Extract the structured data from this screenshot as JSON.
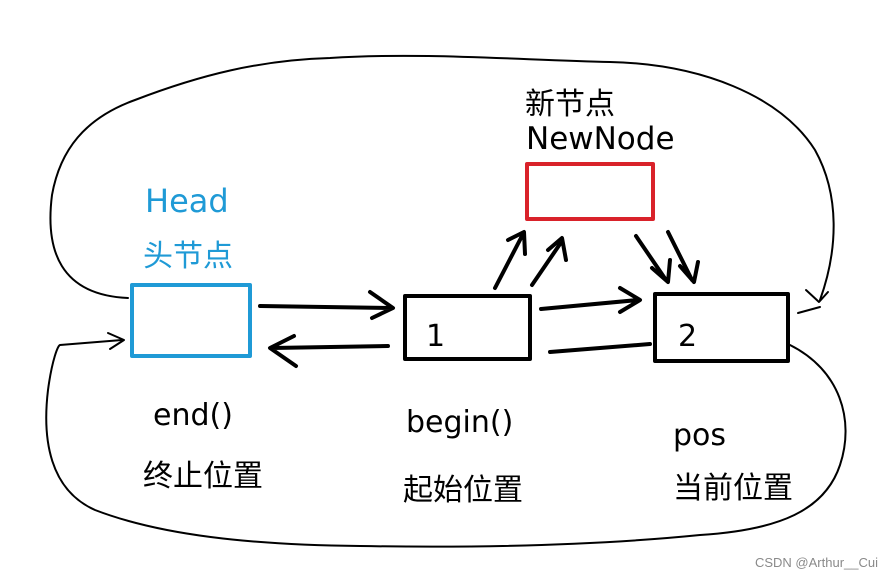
{
  "colors": {
    "head": "#1f9ad6",
    "newnode": "#d9222a",
    "stroke": "#000000",
    "watermark": "#8a8a8a"
  },
  "nodes": {
    "head": {
      "title": "Head",
      "subtitle": "头节点"
    },
    "newnode": {
      "title_cn": "新节点",
      "title_en": "NewNode"
    },
    "node1": {
      "number": "1"
    },
    "node2": {
      "number": "2"
    }
  },
  "labels": {
    "end_func": "end()",
    "end_desc": "终止位置",
    "begin_func": "begin()",
    "begin_desc": "起始位置",
    "pos_name": "pos",
    "pos_desc": "当前位置"
  },
  "watermark": "CSDN @Arthur__Cui"
}
